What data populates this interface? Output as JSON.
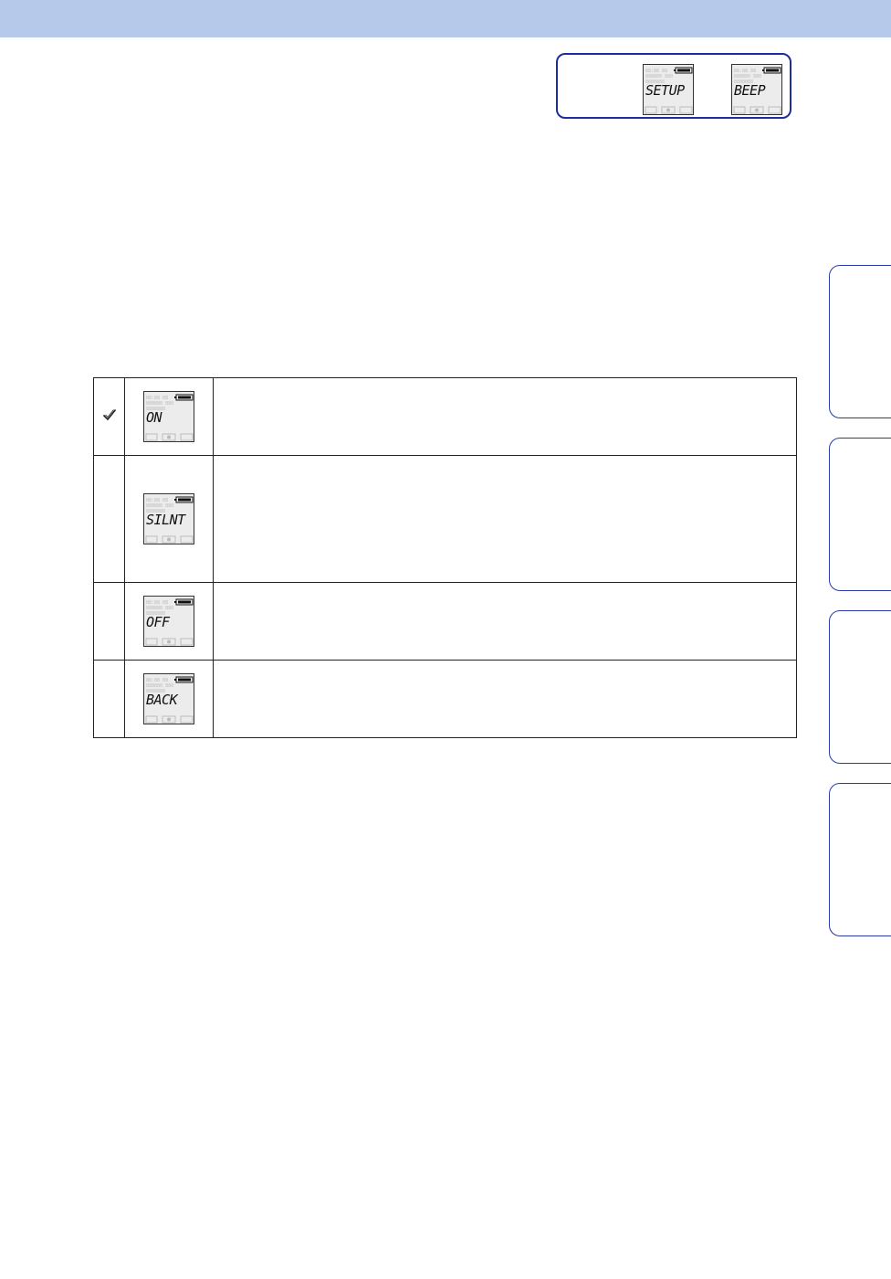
{
  "header": {
    "color": "#b7c9ea"
  },
  "menu_path": {
    "border_color": "#1b2f9e",
    "screens": [
      {
        "display": "SETUP"
      },
      {
        "display": "BEEP"
      }
    ]
  },
  "side_tabs": {
    "count": 4,
    "border_color": "#2a3aa6"
  },
  "options_table": {
    "rows": [
      {
        "selected_default": true,
        "check_icon": "check-mark-icon",
        "display": "ON"
      },
      {
        "selected_default": false,
        "display": "SILNT"
      },
      {
        "selected_default": false,
        "display": "OFF"
      },
      {
        "selected_default": false,
        "display": "BACK"
      }
    ]
  }
}
